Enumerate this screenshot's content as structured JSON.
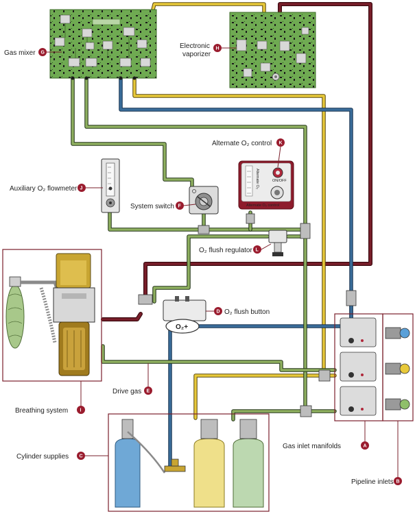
{
  "labels": {
    "gas_mixer": "Gas mixer",
    "electronic_vaporizer_1": "Electronic",
    "electronic_vaporizer_2": "vaporizer",
    "alternate_o2_control": "Alternate O₂ control",
    "auxiliary_o2_flowmeter": "Auxiliary O₂ flowmeter",
    "system_switch": "System switch",
    "o2_flush_regulator": "O₂ flush regulator",
    "o2_flush_button": "O₂ flush button",
    "breathing_system": "Breathing system",
    "drive_gas": "Drive gas",
    "cylinder_supplies": "Cylinder supplies",
    "gas_inlet_manifolds": "Gas inlet manifolds",
    "pipeline_inlets": "Pipeline inlets"
  },
  "badges": {
    "a": "A",
    "b": "B",
    "c": "C",
    "d": "D",
    "e": "E",
    "f": "F",
    "g": "G",
    "h": "H",
    "i": "I",
    "j": "J",
    "k": "K",
    "l": "L"
  },
  "device_text": {
    "on_off": "ON/OFF",
    "alt_o2_panel": "Alternate O₂ control",
    "alt_o2_scale": "Alternate O₂",
    "flush_button_face": "O₂+"
  },
  "colors": {
    "red_line": "#7a1f2b",
    "blue_line": "#3a6d9a",
    "yellow_line": "#e8c93a",
    "green_line": "#5f7f3a",
    "board_green": "#6faa52",
    "accent": "#9a1c2e"
  }
}
